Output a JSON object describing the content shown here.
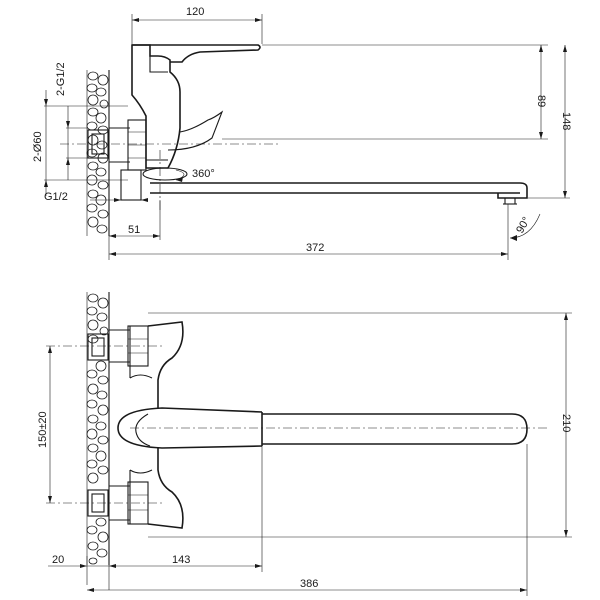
{
  "top_view": {
    "dimensions": {
      "handle_length": "120",
      "body_height": "89",
      "total_height": "148",
      "thread_top": "2-G1/2",
      "flange_diameter": "2-Ø60",
      "thread_bottom": "G1/2",
      "offset": "51",
      "spout_length": "372",
      "rotation": "360°",
      "aerator_angle": "90°"
    }
  },
  "bottom_view": {
    "dimensions": {
      "inlet_spacing": "150±20",
      "height": "210",
      "wall_gap": "20",
      "handle_reach": "143",
      "total_reach": "386"
    }
  },
  "colors": {
    "line": "#1a1a1a",
    "background": "#ffffff"
  }
}
